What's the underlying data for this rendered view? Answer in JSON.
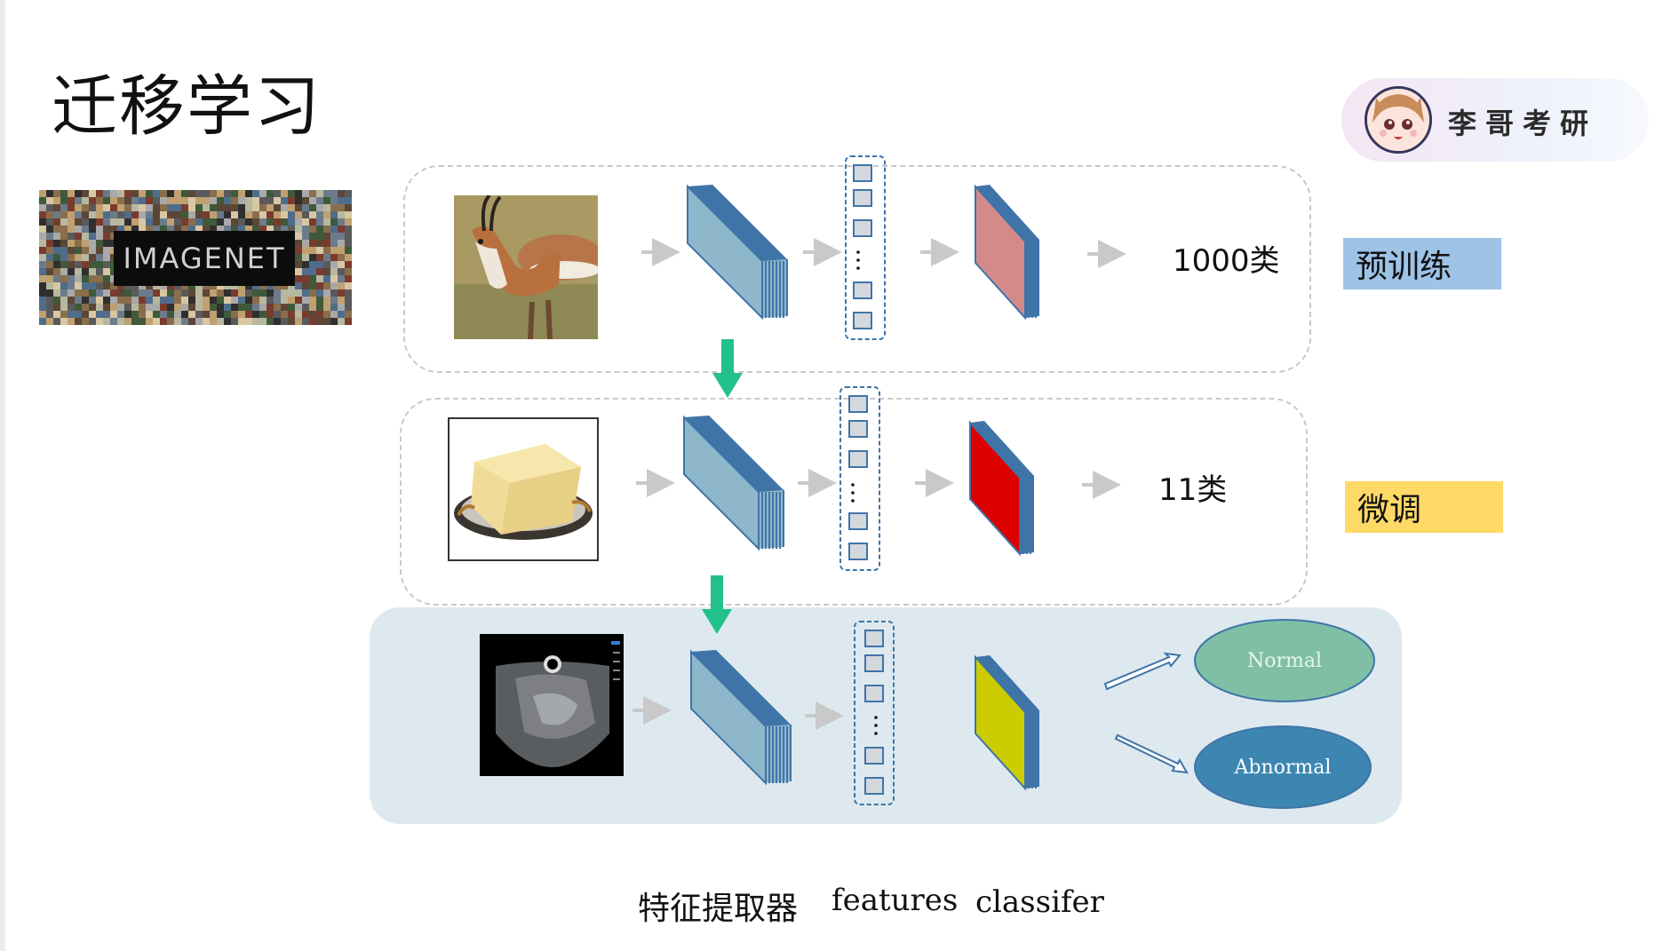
{
  "title": "迁移学习",
  "logo": {
    "name": "李哥考研",
    "icon": "avatar-girl-icon"
  },
  "imagenet": {
    "label": "IMAGENET"
  },
  "rows": [
    {
      "input_image": "gazelle-photo",
      "classes": "1000类",
      "tag": "预训练",
      "tag_color": "#9dc3e6",
      "classifier_color": "#d58a8a"
    },
    {
      "input_image": "butter-photo",
      "classes": "11类",
      "tag": "微调",
      "tag_color": "#ffd966",
      "classifier_color": "#dd0000"
    },
    {
      "input_image": "ultrasound-image",
      "classifier_color": "#cccc00",
      "outputs": [
        {
          "label": "Normal",
          "color": "#7fbfa6"
        },
        {
          "label": "Abnormal",
          "color": "#3d86b1"
        }
      ]
    }
  ],
  "captions": {
    "extractor": "特征提取器",
    "features": "features",
    "classifier": "classifer"
  },
  "colors": {
    "feature_block": "#8fb7cc",
    "feature_edge": "#3f74a8",
    "transfer_arrow": "#22c08a",
    "flow_arrow": "#c9c9c9"
  }
}
